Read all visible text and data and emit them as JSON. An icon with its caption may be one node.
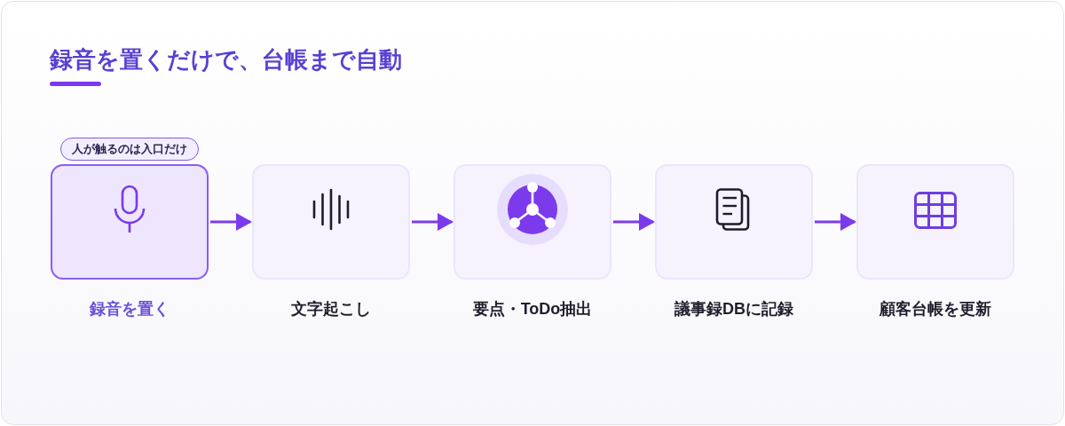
{
  "diagram": {
    "title": "録音を置くだけで、台帳まで自動",
    "nodes": [
      {
        "text": [
          "録音を置く"
        ],
        "beside": [
          "人が触るのは入口だけ"
        ]
      },
      {
        "text": [
          "文字起こし"
        ]
      },
      {
        "text": [
          "要点・ToDo抽出"
        ]
      },
      {
        "text": [
          "議事録DBに記録"
        ]
      },
      {
        "text": [
          "顧客台帳を更新"
        ]
      }
    ],
    "edges": [
      {
        "from": 0,
        "to": 1,
        "arrow": "to"
      },
      {
        "from": 1,
        "to": 2,
        "arrow": "to"
      },
      {
        "from": 2,
        "to": 3,
        "arrow": "to"
      },
      {
        "from": 3,
        "to": 4,
        "arrow": "to"
      }
    ]
  }
}
